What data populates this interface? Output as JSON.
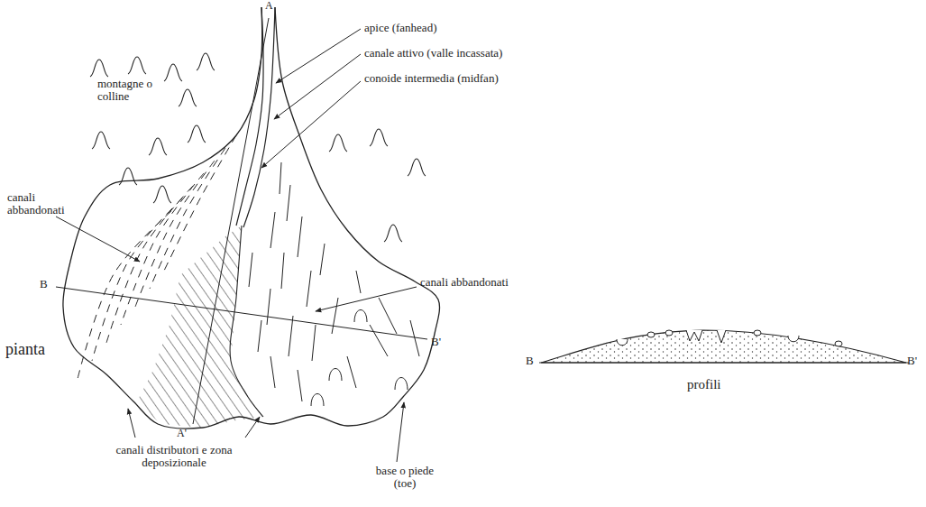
{
  "diagram": {
    "labels": [
      "A",
      "montagne o colline",
      "apice (fanhead)",
      "canale attivo (valle incassata)",
      "conoide intermedia (midfan)",
      "canali abbandonati",
      "canali abbandonati",
      "B",
      "B'",
      "pianta",
      "A'",
      "canali distributori e zona deposizionale",
      "base o piede (toe)",
      "B",
      "B'",
      "profili"
    ]
  }
}
